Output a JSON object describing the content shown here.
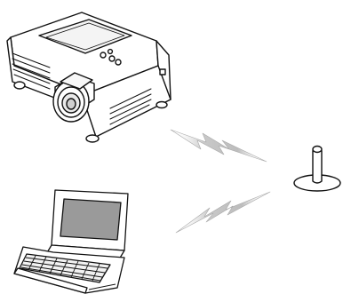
{
  "diagram": {
    "nodes": [
      {
        "id": "projector",
        "icon": "projector-icon"
      },
      {
        "id": "access-point",
        "icon": "antenna-icon"
      },
      {
        "id": "laptop",
        "icon": "laptop-icon"
      }
    ],
    "links": [
      {
        "from": "projector",
        "to": "access-point",
        "kind": "wireless",
        "icon": "lightning-bolt-icon"
      },
      {
        "from": "laptop",
        "to": "access-point",
        "kind": "wireless",
        "icon": "lightning-bolt-icon"
      }
    ],
    "colors": {
      "outline": "#111111",
      "fill": "#ffffff",
      "screen": "#9a9a9a",
      "bolt": "#c8c8c8",
      "bolt_edge": "#9a9a9a"
    }
  }
}
